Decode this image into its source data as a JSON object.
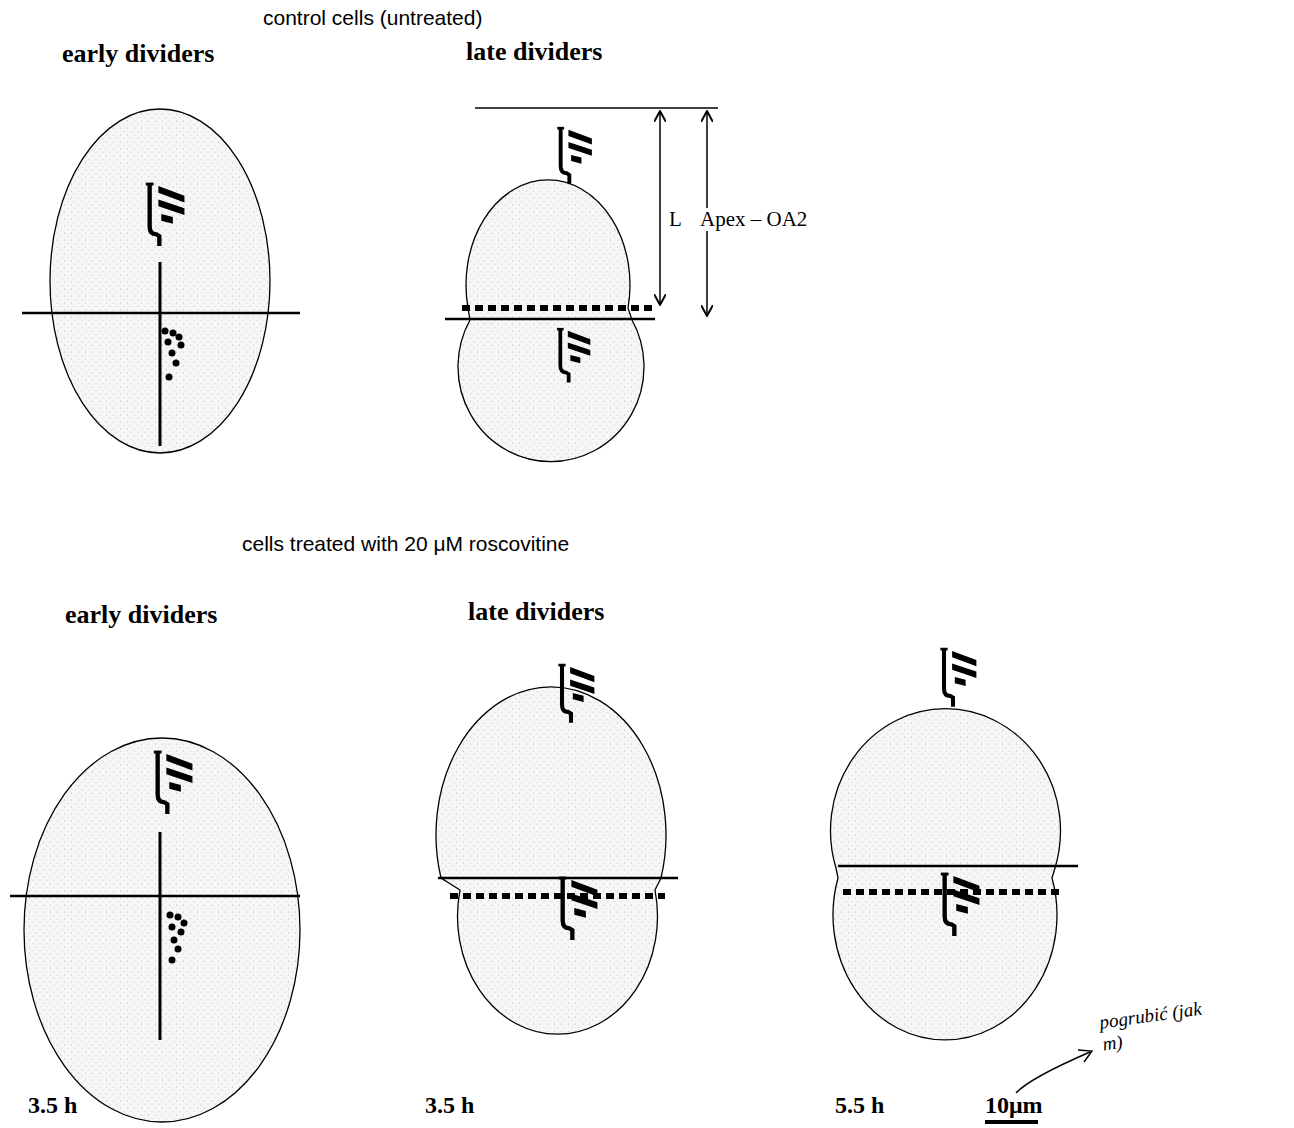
{
  "diagram": {
    "labels": [
      "control cells (untreated)",
      "early dividers",
      "late dividers",
      "L",
      "Apex – OA2",
      "cells treated with 20 μM roscovitine",
      "early dividers",
      "late dividers",
      "3.5 h",
      "3.5 h",
      "5.5 h",
      "10μm",
      "pogrubić (jak m)"
    ]
  }
}
